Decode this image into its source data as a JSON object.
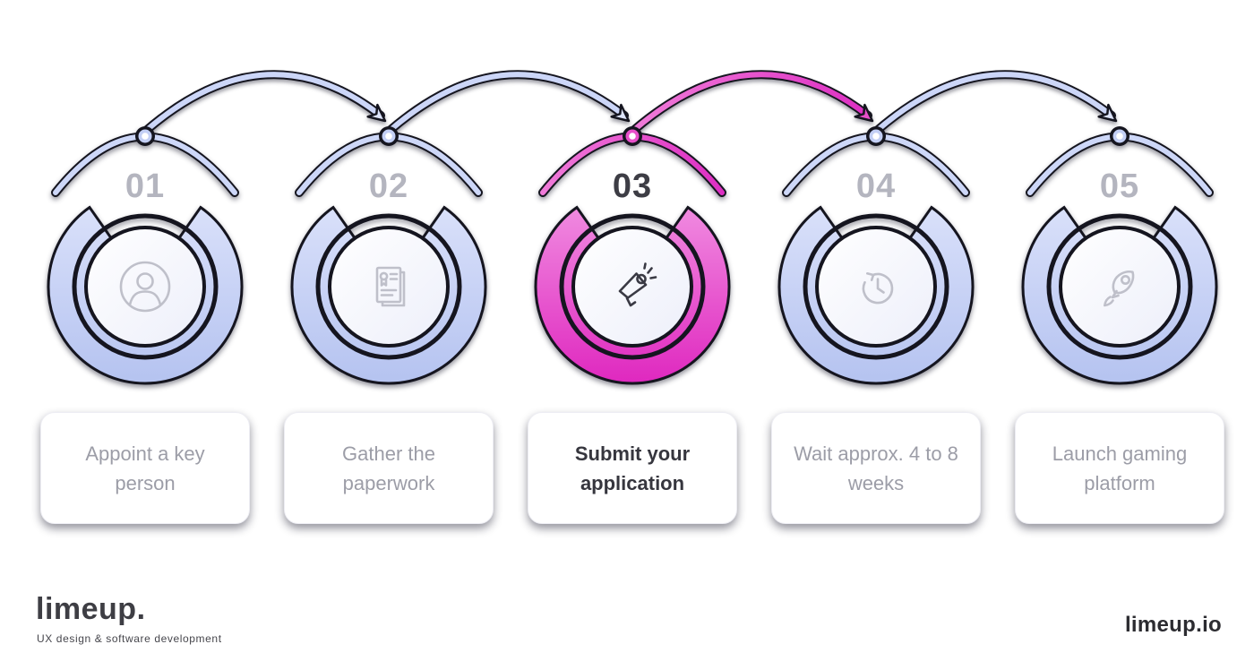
{
  "steps": [
    {
      "number": "01",
      "label": "Appoint a key person",
      "icon": "user",
      "state": "default"
    },
    {
      "number": "02",
      "label": "Gather the paperwork",
      "icon": "documents",
      "state": "default"
    },
    {
      "number": "03",
      "label": "Submit your application",
      "icon": "megaphone",
      "state": "active"
    },
    {
      "number": "04",
      "label": "Wait approx. 4 to 8 weeks",
      "icon": "clock-history",
      "state": "default"
    },
    {
      "number": "05",
      "label": "Launch  gaming platform",
      "icon": "rocket",
      "state": "default"
    }
  ],
  "connectors": [
    {
      "from": "01",
      "to": "02",
      "color": "lavender"
    },
    {
      "from": "02",
      "to": "03",
      "color": "lavender"
    },
    {
      "from": "03",
      "to": "04",
      "color": "pink"
    },
    {
      "from": "04",
      "to": "05",
      "color": "lavender"
    }
  ],
  "branding": {
    "logo": "limeup.",
    "tagline": "UX design & software development",
    "website": "limeup.io"
  },
  "colors": {
    "lavender_top": "#d9e0fa",
    "lavender_bottom": "#b5c3f0",
    "pink_top": "#f08ae0",
    "pink_bottom": "#df28bf",
    "outline": "#15151f",
    "number_default": "#b4b5bf",
    "number_active": "#3d3d45",
    "label_default": "#9c9da7",
    "label_active": "#36363e",
    "icon_default": "#bfc0ca",
    "card_background": "#ffffff"
  }
}
